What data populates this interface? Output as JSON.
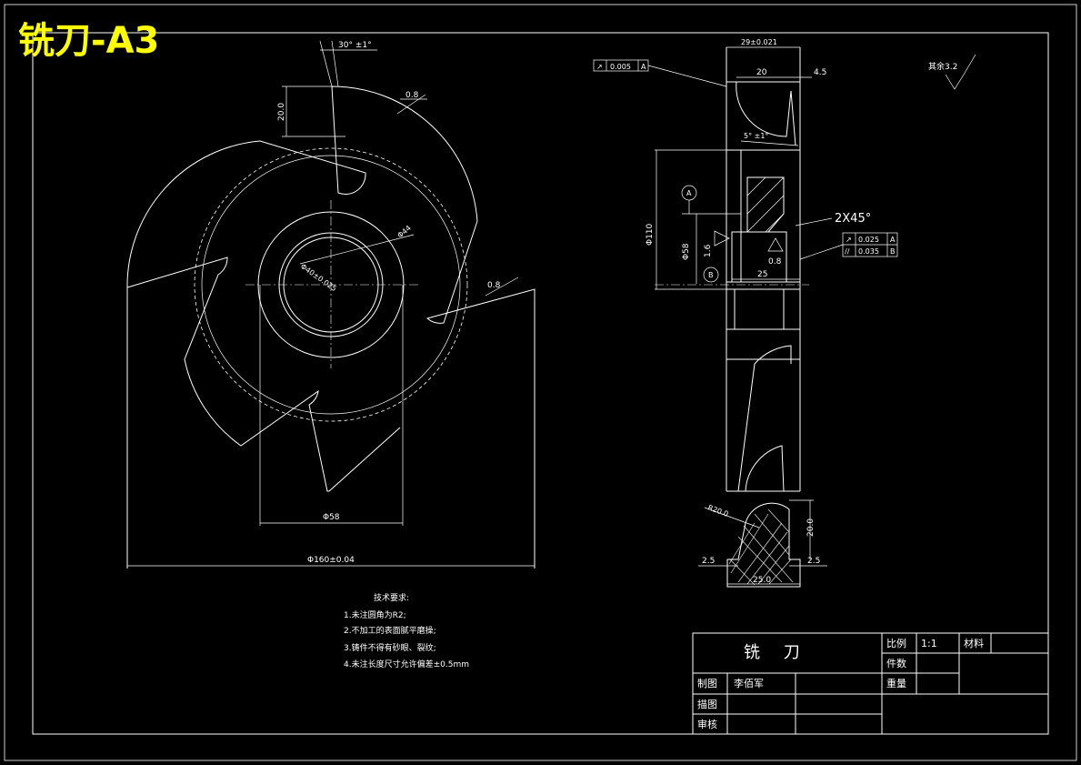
{
  "sheet_title": "铣刀-A3",
  "front_view": {
    "dim_angle": "30° ±1°",
    "dim_height": "20.0",
    "dim_chamfer_top": "0.8",
    "dim_chamfer_right": "0.8",
    "dim_bore": "Φ40±0.025",
    "dim_hub": "Φ44",
    "dim_phi58": "Φ58",
    "dim_outer": "Φ160±0.04"
  },
  "side_view": {
    "dim_width_total": "29±0.021",
    "dim_width_20": "20",
    "dim_width_45": "4.5",
    "dim_angle_5": "5° ±1°",
    "dim_phi110": "Φ110",
    "dim_phi58": "Φ58",
    "dim_1_6": "1.6",
    "dim_25": "25",
    "dim_0_8": "0.8",
    "chamfer_note": "2X45°",
    "datum_a": "A",
    "datum_b": "B",
    "tol_top": [
      "↗",
      "0.005",
      "A"
    ],
    "tol_right_1": [
      "↗",
      "0.025",
      "A"
    ],
    "tol_right_2": [
      "//",
      "0.035",
      "B"
    ],
    "roughness_rest": "其余3.2"
  },
  "section_view": {
    "dim_r": "R20.0",
    "dim_20": "20.0",
    "dim_2_5_left": "2.5",
    "dim_2_5_right": "2.5",
    "dim_25": "25.0"
  },
  "tech_requirements": {
    "heading": "技术要求:",
    "items": [
      "1.未注圆角为R2;",
      "2.不加工的表面腻平磨操;",
      "3.铸件不得有砂眼、裂纹;",
      "4.未注长度尺寸允许偏差±0.5mm"
    ]
  },
  "title_block": {
    "part_name": "铣  刀",
    "scale_label": "比例",
    "scale_value": "1:1",
    "material_label": "材料",
    "material_value": "",
    "quantity_label": "件数",
    "weight_label": "重量",
    "drawn_label": "制图",
    "drawn_name": "李佰军",
    "traced_label": "描图",
    "checked_label": "审核"
  },
  "colors": {
    "background": "#000000",
    "lines": "#ffffff",
    "title": "#ffff00"
  }
}
